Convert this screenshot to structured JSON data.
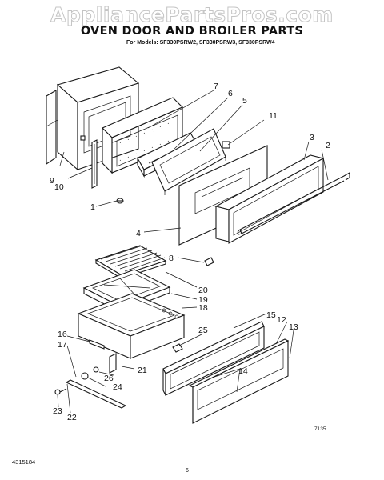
{
  "watermark": "AppliancePartsPros.com",
  "title": "OVEN DOOR AND BROILER PARTS",
  "subtitle": "For Models: SF330PSRW2, SF330PSRW3, SF330PSRW4",
  "footer": {
    "doc_number": "4315184",
    "page_marker": "6",
    "figure_code": "7135"
  },
  "callouts": [
    "1",
    "2",
    "3",
    "4",
    "5",
    "6",
    "7",
    "8",
    "9",
    "10",
    "11",
    "12",
    "13",
    "14",
    "15",
    "16",
    "17",
    "18",
    "19",
    "20",
    "21",
    "22",
    "23",
    "24",
    "25",
    "26"
  ]
}
